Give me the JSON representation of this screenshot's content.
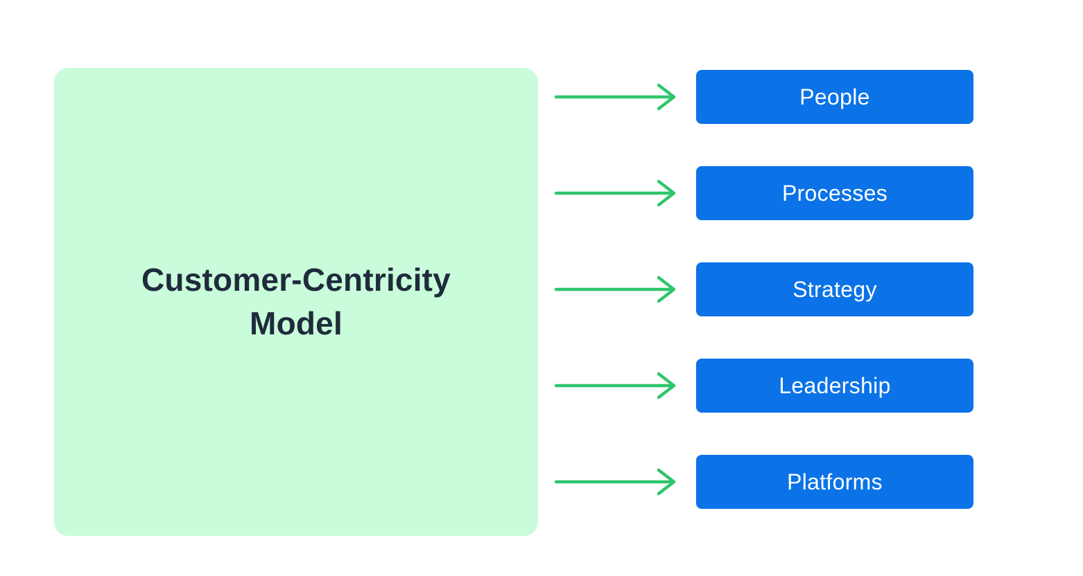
{
  "diagram": {
    "title": "Customer-Centricity Model",
    "branches": [
      {
        "label": "People"
      },
      {
        "label": "Processes"
      },
      {
        "label": "Strategy"
      },
      {
        "label": "Leadership"
      },
      {
        "label": "Platforms"
      }
    ],
    "colors": {
      "canvas_bg": "#ffffff",
      "panel_bg": "#c9fcda",
      "title_text": "#1f2b3c",
      "node_bg": "#0b73e7",
      "node_text": "#ffffff",
      "arrow": "#2fc56b"
    }
  }
}
